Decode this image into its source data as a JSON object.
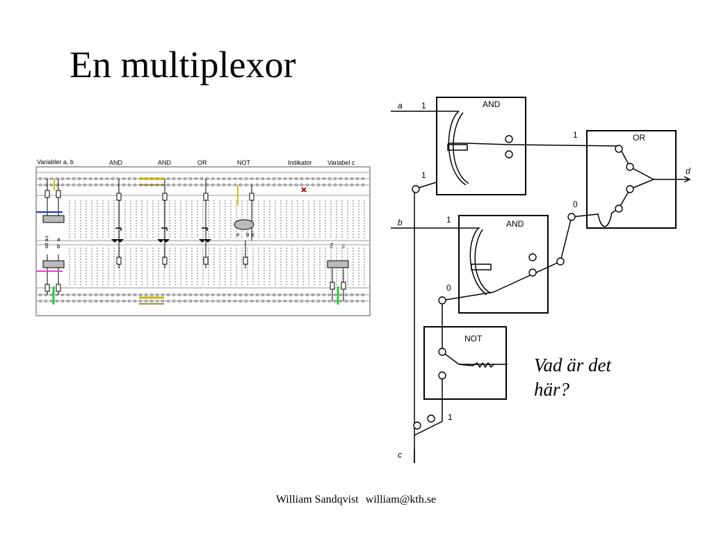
{
  "slide": {
    "title": "En multiplexor",
    "question_line1": "Vad är det",
    "question_line2": "här?",
    "footer_name": "William Sandqvist",
    "footer_email": "william@kth.se"
  },
  "breadboard": {
    "labels": {
      "vars_ab": "Variabler a, b",
      "and1": "AND",
      "and2": "AND",
      "or": "OR",
      "not": "NOT",
      "indikator": "Indikator",
      "var_c": "Variabel c"
    },
    "pin_labels": {
      "abar": "a",
      "a": "a",
      "bbar": "b",
      "b": "b",
      "cbar": "c",
      "c": "c",
      "e": "e",
      "b_not": "b",
      "c_not": "c"
    }
  },
  "relay_diagram": {
    "boxes": {
      "and_top": "AND",
      "or": "OR",
      "and_bottom": "AND",
      "not": "NOT"
    },
    "signals": {
      "a": "a",
      "b": "b",
      "c": "c",
      "d": "d"
    },
    "contact_labels": {
      "a_in": "1",
      "and_top_left": "1",
      "and_top_out": "1",
      "or_in_low": "0",
      "b_in": "1",
      "and_bottom_left": "0",
      "not_out": "1"
    }
  }
}
